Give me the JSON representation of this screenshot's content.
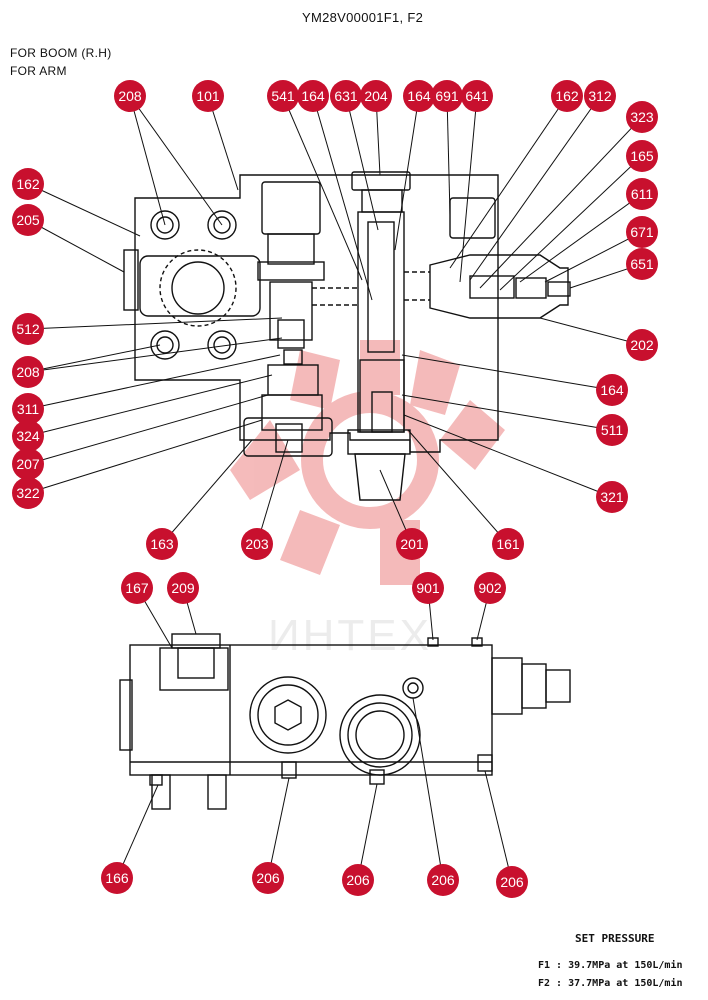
{
  "title": "YM28V00001F1, F2",
  "notes": [
    "FOR BOOM (R.H)",
    "FOR ARM"
  ],
  "watermark": "ИНТЕХ",
  "colors": {
    "badge": "#c8102e",
    "badge_text": "#ffffff",
    "line": "#111111",
    "watermark": "#e23b3b"
  },
  "callouts": [
    {
      "id": "c1",
      "label": "208"
    },
    {
      "id": "c2",
      "label": "101"
    },
    {
      "id": "c3",
      "label": "541"
    },
    {
      "id": "c4",
      "label": "164"
    },
    {
      "id": "c5",
      "label": "631"
    },
    {
      "id": "c6",
      "label": "204"
    },
    {
      "id": "c7",
      "label": "164"
    },
    {
      "id": "c8",
      "label": "691"
    },
    {
      "id": "c9",
      "label": "641"
    },
    {
      "id": "c10",
      "label": "162"
    },
    {
      "id": "c11",
      "label": "312"
    },
    {
      "id": "c12",
      "label": "323"
    },
    {
      "id": "c13",
      "label": "165"
    },
    {
      "id": "c14",
      "label": "611"
    },
    {
      "id": "c15",
      "label": "671"
    },
    {
      "id": "c16",
      "label": "651"
    },
    {
      "id": "c17",
      "label": "202"
    },
    {
      "id": "c18",
      "label": "164"
    },
    {
      "id": "c19",
      "label": "511"
    },
    {
      "id": "c20",
      "label": "321"
    },
    {
      "id": "c21",
      "label": "162"
    },
    {
      "id": "c22",
      "label": "205"
    },
    {
      "id": "c23",
      "label": "512"
    },
    {
      "id": "c24",
      "label": "208"
    },
    {
      "id": "c25",
      "label": "311"
    },
    {
      "id": "c26",
      "label": "324"
    },
    {
      "id": "c27",
      "label": "207"
    },
    {
      "id": "c28",
      "label": "322"
    },
    {
      "id": "c29",
      "label": "163"
    },
    {
      "id": "c30",
      "label": "203"
    },
    {
      "id": "c31",
      "label": "201"
    },
    {
      "id": "c32",
      "label": "161"
    },
    {
      "id": "c33",
      "label": "167"
    },
    {
      "id": "c34",
      "label": "209"
    },
    {
      "id": "c35",
      "label": "901"
    },
    {
      "id": "c36",
      "label": "902"
    },
    {
      "id": "c37",
      "label": "166"
    },
    {
      "id": "c38",
      "label": "206"
    },
    {
      "id": "c39",
      "label": "206"
    },
    {
      "id": "c40",
      "label": "206"
    },
    {
      "id": "c41",
      "label": "206"
    }
  ],
  "set_pressure": {
    "heading": "SET PRESSURE",
    "lines": [
      "F1 : 39.7MPa  at  150L/min",
      "F2 : 37.7MPa  at  150L/min"
    ]
  }
}
